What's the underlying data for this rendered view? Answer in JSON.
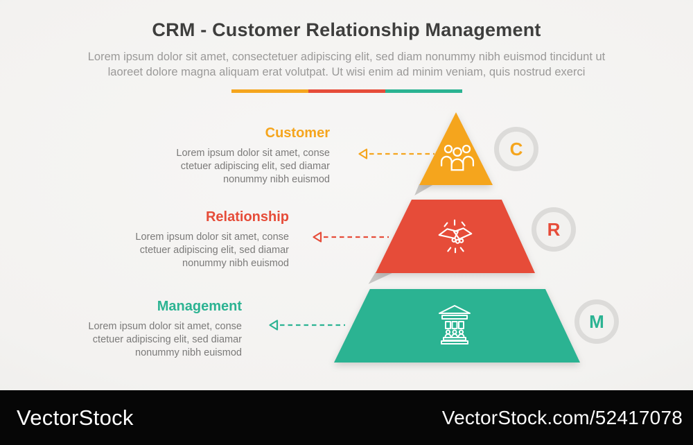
{
  "header": {
    "title": "CRM - Customer Relationship Management",
    "subtitle_lines": [
      "Lorem ipsum dolor sit amet, consectetuer adipiscing elit, sed diam nonummy nibh euismod tincidunt ut",
      "laoreet dolore magna aliquam erat volutpat. Ut wisi enim ad minim veniam, quis nostrud exerci"
    ]
  },
  "divider": {
    "colors": [
      "#F5A51D",
      "#E64C39",
      "#2BB392"
    ]
  },
  "sections": [
    {
      "label": "Customer",
      "letter": "C",
      "color": "#F5A51D",
      "icon": "people-group-icon",
      "desc_lines": [
        "Lorem ipsum dolor sit amet, conse",
        "ctetuer adipiscing elit, sed diamar",
        "nonummy nibh euismod"
      ]
    },
    {
      "label": "Relationship",
      "letter": "R",
      "color": "#E64C39",
      "icon": "handshake-icon",
      "desc_lines": [
        "Lorem ipsum dolor sit amet, conse",
        "ctetuer adipiscing elit, sed diamar",
        "nonummy nibh euismod"
      ]
    },
    {
      "label": "Management",
      "letter": "M",
      "color": "#2BB392",
      "icon": "bank-building-icon",
      "desc_lines": [
        "Lorem ipsum dolor sit amet, conse",
        "ctetuer adipiscing elit, sed diamar",
        "nonummy nibh euismod"
      ]
    }
  ],
  "watermark": {
    "brand": "VectorStock",
    "credit": "VectorStock.com/52417078"
  }
}
